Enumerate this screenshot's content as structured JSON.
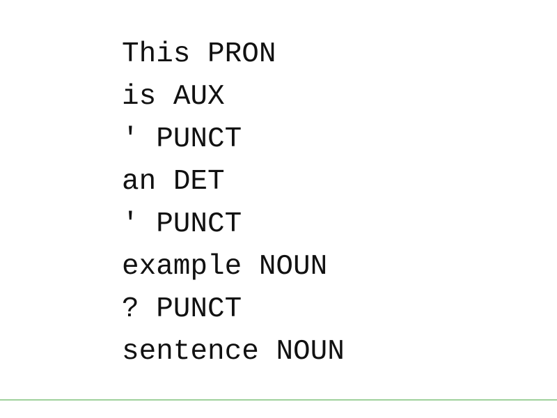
{
  "output": {
    "tokens": [
      {
        "text": "This",
        "tag": "PRON"
      },
      {
        "text": "is",
        "tag": "AUX"
      },
      {
        "text": "'",
        "tag": "PUNCT"
      },
      {
        "text": "an",
        "tag": "DET"
      },
      {
        "text": "'",
        "tag": "PUNCT"
      },
      {
        "text": "example",
        "tag": "NOUN"
      },
      {
        "text": "?",
        "tag": "PUNCT"
      },
      {
        "text": "sentence",
        "tag": "NOUN"
      }
    ]
  },
  "colors": {
    "text": "#111111",
    "background": "#ffffff",
    "divider": "#9fd19b"
  }
}
